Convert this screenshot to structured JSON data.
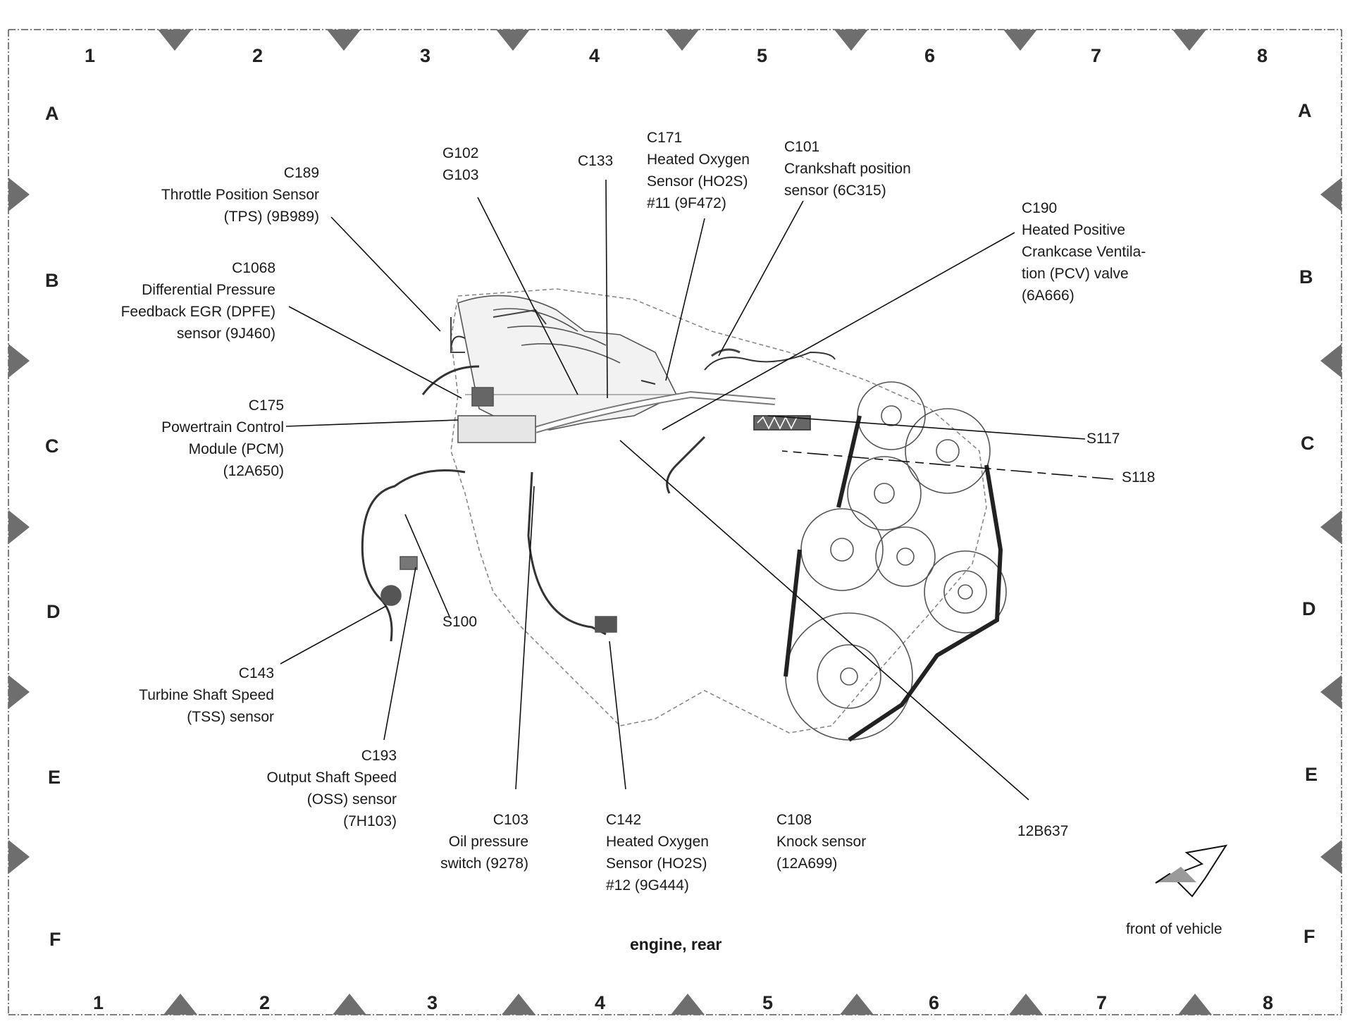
{
  "grid": {
    "columns": [
      "1",
      "2",
      "3",
      "4",
      "5",
      "6",
      "7",
      "8"
    ],
    "rows": [
      "A",
      "B",
      "C",
      "D",
      "E",
      "F"
    ]
  },
  "labels": {
    "c189": {
      "code": "C189",
      "lines": [
        "Throttle Position Sensor",
        "(TPS) (9B989)"
      ]
    },
    "g102": {
      "code": "G102",
      "lines": [
        "G103"
      ]
    },
    "c133": {
      "code": "C133",
      "lines": []
    },
    "c171": {
      "code": "C171",
      "lines": [
        "Heated Oxygen",
        "Sensor (HO2S)",
        "#11 (9F472)"
      ]
    },
    "c101": {
      "code": "C101",
      "lines": [
        "Crankshaft position",
        "sensor (6C315)"
      ]
    },
    "c190": {
      "code": "C190",
      "lines": [
        "Heated Positive",
        "Crankcase Ventila-",
        "tion (PCV) valve",
        "(6A666)"
      ]
    },
    "c1068": {
      "code": "C1068",
      "lines": [
        "Differential Pressure",
        "Feedback EGR (DPFE)",
        "sensor (9J460)"
      ]
    },
    "c175": {
      "code": "C175",
      "lines": [
        "Powertrain Control",
        "Module (PCM)",
        "(12A650)"
      ]
    },
    "s117": {
      "code": "S117",
      "lines": []
    },
    "s118": {
      "code": "S118",
      "lines": []
    },
    "s100": {
      "code": "S100",
      "lines": []
    },
    "c143": {
      "code": "C143",
      "lines": [
        "Turbine Shaft Speed",
        "(TSS) sensor"
      ]
    },
    "c193": {
      "code": "C193",
      "lines": [
        "Output Shaft Speed",
        "(OSS) sensor",
        "(7H103)"
      ]
    },
    "c103": {
      "code": "C103",
      "lines": [
        "Oil pressure",
        "switch (9278)"
      ]
    },
    "c142": {
      "code": "C142",
      "lines": [
        "Heated Oxygen",
        "Sensor (HO2S)",
        "#12 (9G444)"
      ]
    },
    "c108": {
      "code": "C108",
      "lines": [
        "Knock sensor",
        "(12A699)"
      ]
    },
    "harness": {
      "code": "12B637",
      "lines": []
    }
  },
  "caption": "engine, rear",
  "front_label": "front of vehicle",
  "icons": {
    "front_arrow": "direction-arrow-icon"
  },
  "colors": {
    "ink": "#1a1a1a",
    "frame": "#555555",
    "marker": "#6e6e6e"
  }
}
